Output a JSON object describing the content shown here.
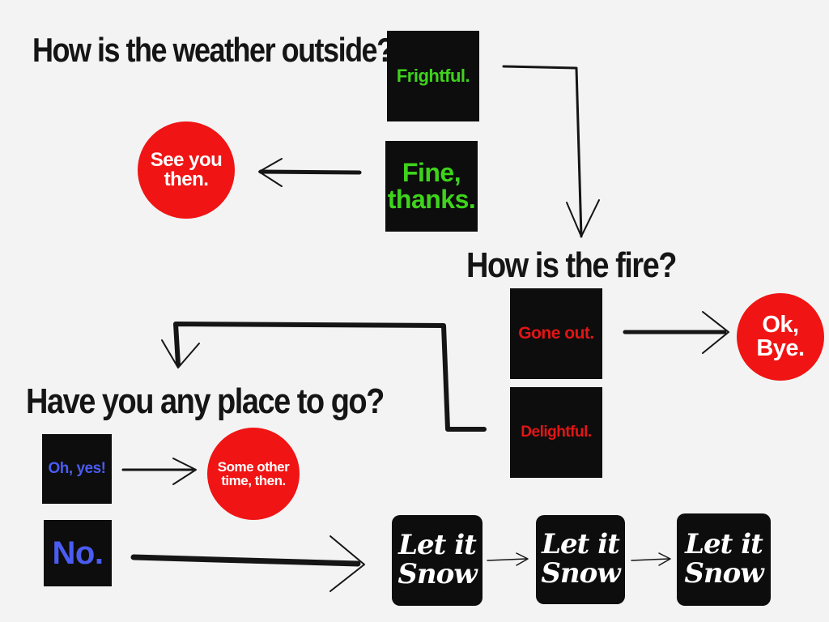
{
  "questions": {
    "weather": "How is the weather outside?",
    "fire": "How is the fire?",
    "place": "Have you any place to go?"
  },
  "answers": {
    "frightful": "Frightful.",
    "fine": "Fine, thanks.",
    "gone_out": "Gone out.",
    "delightful": "Delightful.",
    "oh_yes": "Oh, yes!",
    "no": "No."
  },
  "endings": {
    "see_you": "See you then.",
    "ok_bye": "Ok, Bye.",
    "some_other": "Some other time, then."
  },
  "snow": [
    "Let it Snow",
    "Let it Snow",
    "Let it Snow"
  ],
  "colors": {
    "background": "#f3f3f3",
    "box": "#0d0d0d",
    "circle": "#f01414",
    "green_text": "#3ed31c",
    "red_text": "#e21515",
    "blue_text": "#4a5cf2",
    "ink": "#151515"
  }
}
